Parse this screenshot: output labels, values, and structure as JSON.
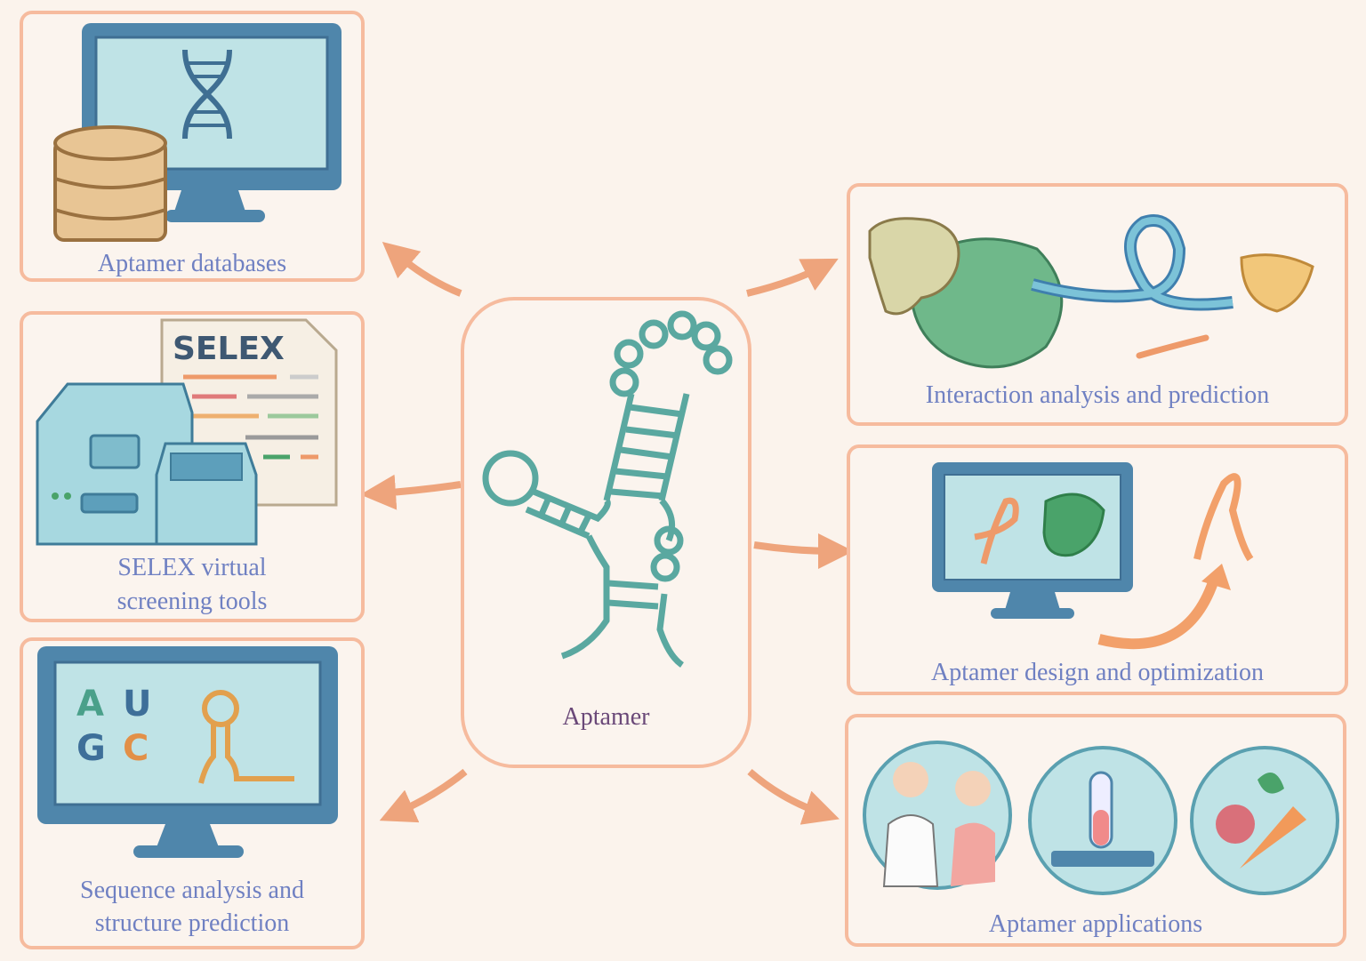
{
  "center": {
    "label": "Aptamer"
  },
  "panels": [
    {
      "id": "databases",
      "lines": [
        "Aptamer databases"
      ]
    },
    {
      "id": "selex",
      "lines": [
        "SELEX virtual",
        "screening tools"
      ],
      "document_title": "SELEX"
    },
    {
      "id": "sequence",
      "lines": [
        "Sequence analysis and",
        "structure prediction"
      ],
      "bases": [
        "A",
        "U",
        "G",
        "C"
      ]
    },
    {
      "id": "interaction",
      "lines": [
        "Interaction analysis and prediction"
      ]
    },
    {
      "id": "design",
      "lines": [
        "Aptamer design and optimization"
      ]
    },
    {
      "id": "applications",
      "lines": [
        "Aptamer applications"
      ]
    }
  ],
  "colors": {
    "border": "#f6bb9e",
    "arrow": "#eea47c",
    "label": "#6f80c2",
    "teal": "#5aa8a0",
    "monitor": "#4f86ab"
  }
}
